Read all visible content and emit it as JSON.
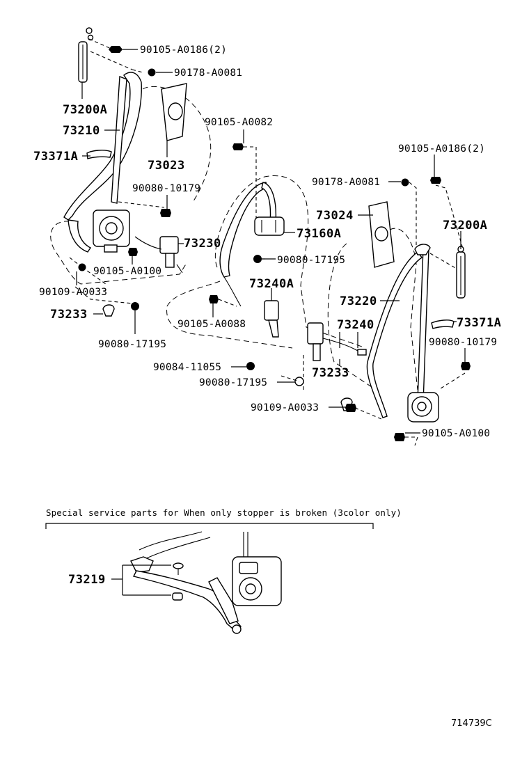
{
  "labels": {
    "bolt_top_left": "90105-A0186(2)",
    "nut_top_left": "90178-A0081",
    "anchor_left": "73200A",
    "belt_front_left": "73210",
    "cover_left": "73371A",
    "trim_left": "73023",
    "bolt_center_top": "90105-A0082",
    "bolt_left_retractor": "90080-10179",
    "buckle_left": "73230",
    "bolt_retractor_left": "90105-A0100",
    "nut_left_bottom": "90109-A0033",
    "clip_left": "73233",
    "bolt_left_bottom": "90080-17195",
    "bolt_top_right": "90105-A0186(2)",
    "nut_center": "90178-A0081",
    "trim_right": "73024",
    "retractor_center": "73160A",
    "bolt_center_mid": "90080-17195",
    "anchor_right": "73200A",
    "buckle_center": "73240A",
    "belt_right": "73220",
    "bolt_center_low": "90105-A0088",
    "buckle_right": "73240",
    "cover_right": "73371A",
    "bolt_right_mid": "90080-10179",
    "bolt_center_bottom": "90084-11055",
    "clip_center": "73233",
    "bolt_center_bottom2": "90080-17195",
    "nut_center_bottom": "90109-A0033",
    "bolt_retractor_right": "90105-A0100"
  },
  "special": {
    "note": "Special service parts for When only stopper is broken (3color only)",
    "part": "73219"
  },
  "illustration_code": "714739C"
}
